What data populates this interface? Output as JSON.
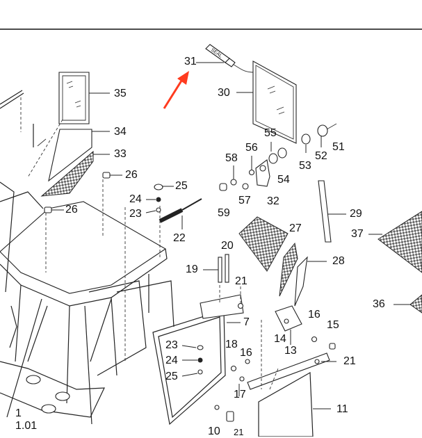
{
  "callouts": {
    "c1": "1",
    "c1_01": "1.01",
    "c7": "7",
    "c10": "10",
    "c11": "11",
    "c13": "13",
    "c14": "14",
    "c15": "15",
    "c16a": "16",
    "c16b": "16",
    "c17": "17",
    "c18": "18",
    "c19": "19",
    "c20": "20",
    "c21a": "21",
    "c21b": "21",
    "c21c": "21",
    "c22": "22",
    "c23a": "23",
    "c23b": "23",
    "c24a": "24",
    "c24b": "24",
    "c25a": "25",
    "c25b": "25",
    "c26a": "26",
    "c26b": "26",
    "c27": "27",
    "c28": "28",
    "c29": "29",
    "c30": "30",
    "c31": "31",
    "c32": "32",
    "c33": "33",
    "c34": "34",
    "c35": "35",
    "c36": "36",
    "c37": "37",
    "c51": "51",
    "c52": "52",
    "c53": "53",
    "c54": "54",
    "c55": "55",
    "c56": "56",
    "c57": "57",
    "c58": "58",
    "c59": "59"
  },
  "sealant_label": "SEAL",
  "colors": {
    "ink": "#222222",
    "arrow": "#ff3b1f",
    "background": "#ffffff"
  },
  "icons": {
    "highlight_arrow": "red-arrow-icon"
  }
}
